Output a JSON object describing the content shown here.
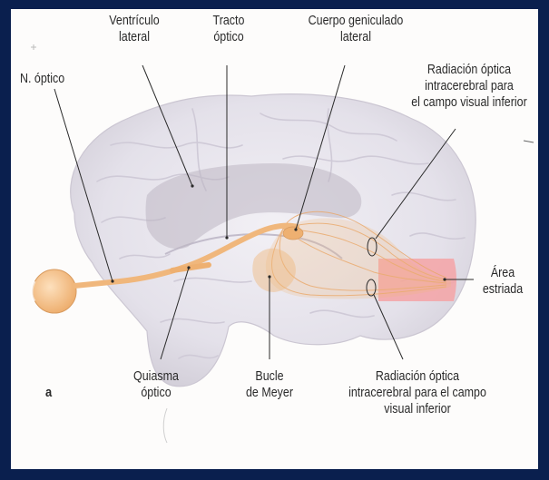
{
  "labels": {
    "ventriculo_lateral": [
      "Ventrículo",
      "lateral"
    ],
    "tracto_optico": [
      "Tracto",
      "óptico"
    ],
    "cuerpo_geniculado": [
      "Cuerpo geniculado",
      "lateral"
    ],
    "n_optico": [
      "N. óptico"
    ],
    "radiacion_superior": [
      "Radiación óptica",
      "intracerebral para",
      "el campo visual inferior"
    ],
    "area_estriada": [
      "Área",
      "estriada"
    ],
    "quiasma_optico": [
      "Quiasma",
      "óptico"
    ],
    "bucle_meyer": [
      "Bucle",
      "de Meyer"
    ],
    "radiacion_inferior": [
      "Radiación óptica",
      "intracerebral para el campo",
      "visual inferior"
    ],
    "panel_letter": "a"
  },
  "colors": {
    "frame_border": "#0a1f4e",
    "background": "#fdfcfb",
    "brain": "#e6e3ec",
    "optic_pathway": "#f0b77c",
    "striate_area": "#f4a3a6",
    "ventricle": "#c9c3cc",
    "leader_line": "#2a2a2a"
  }
}
